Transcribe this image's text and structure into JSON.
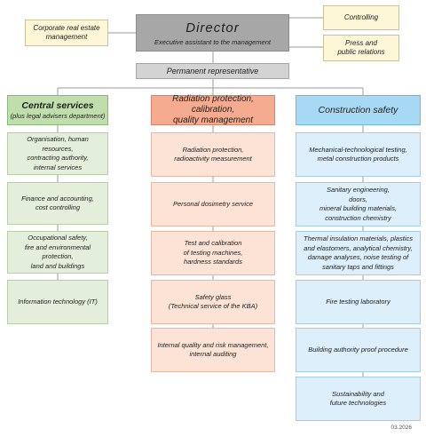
{
  "top": {
    "director_title": "Director",
    "director_subtitle": "Executive assistant to the management",
    "corporate": "Corporate real estate\nmanagement",
    "controlling": "Controlling",
    "press": "Press and\npublic relations",
    "permanent": "Permanent representative"
  },
  "columns": [
    {
      "title": "Central services",
      "subtitle": "(plus legal advisers department)",
      "items": [
        "Organisation, human resources,\ncontracting authority,\ninternal services",
        "Finance and accounting,\ncost controlling",
        "Occupational safety,\nfire and environmental protection,\nland and buildings",
        "Information technology (IT)"
      ]
    },
    {
      "title": "Radiation protection, calibration,\nquality management",
      "items": [
        "Radiation protection,\nradioactivity measurement",
        "Personal dosimetry service",
        "Test and calibration\nof testing machines,\nhardness standards",
        "Safety glass\n(Technical service of the KBA)",
        "Internal quality and risk management,\ninternal auditing"
      ]
    },
    {
      "title": "Construction safety",
      "items": [
        "Mechanical-technological testing,\nmetal construction products",
        "Sanitary engineering,\ndoors,\nmineral building materials,\nconstruction chemistry",
        "Thermal insulation materials, plastics\nand elastomers, analytical chemistry,\ndamage analyses, noise testing of\nsanitary taps and fittings",
        "Fire testing laboratory",
        "Building authority proof procedure",
        "Sustainability and\nfuture technologies"
      ]
    }
  ],
  "footer": "03.2026",
  "colors": {
    "director": "#a7a7a7",
    "green_header": "#bfdeab",
    "salmon_header": "#f5ab8f",
    "blue_header": "#a7d9f5"
  }
}
